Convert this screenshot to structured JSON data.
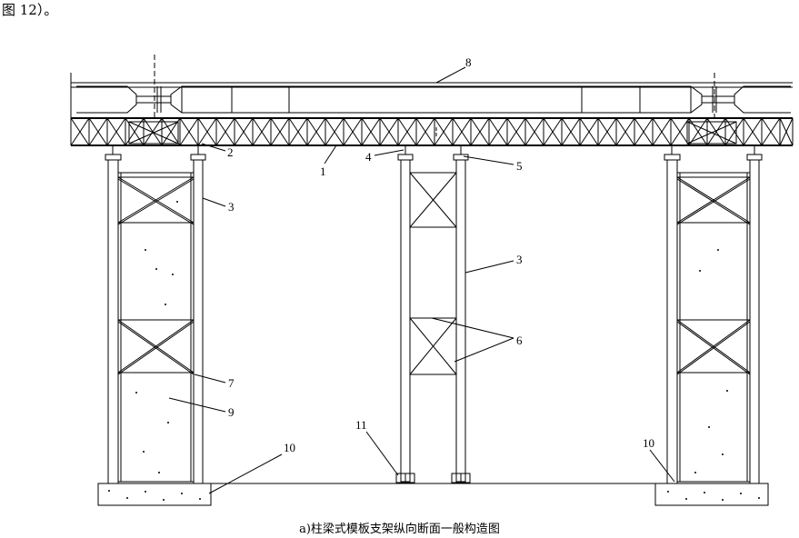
{
  "header_text": "图 12）。",
  "caption": "a)柱梁式模板支架纵向断面一般构造图",
  "labels": [
    {
      "id": "label-8",
      "text": "8"
    },
    {
      "id": "label-2",
      "text": "2"
    },
    {
      "id": "label-1",
      "text": "1"
    },
    {
      "id": "label-4",
      "text": "4"
    },
    {
      "id": "label-5",
      "text": "5"
    },
    {
      "id": "label-3a",
      "text": "3"
    },
    {
      "id": "label-3b",
      "text": "3"
    },
    {
      "id": "label-6",
      "text": "6"
    },
    {
      "id": "label-7",
      "text": "7"
    },
    {
      "id": "label-9",
      "text": "9"
    },
    {
      "id": "label-10a",
      "text": "10"
    },
    {
      "id": "label-11",
      "text": "11"
    },
    {
      "id": "label-10b",
      "text": "10"
    }
  ]
}
